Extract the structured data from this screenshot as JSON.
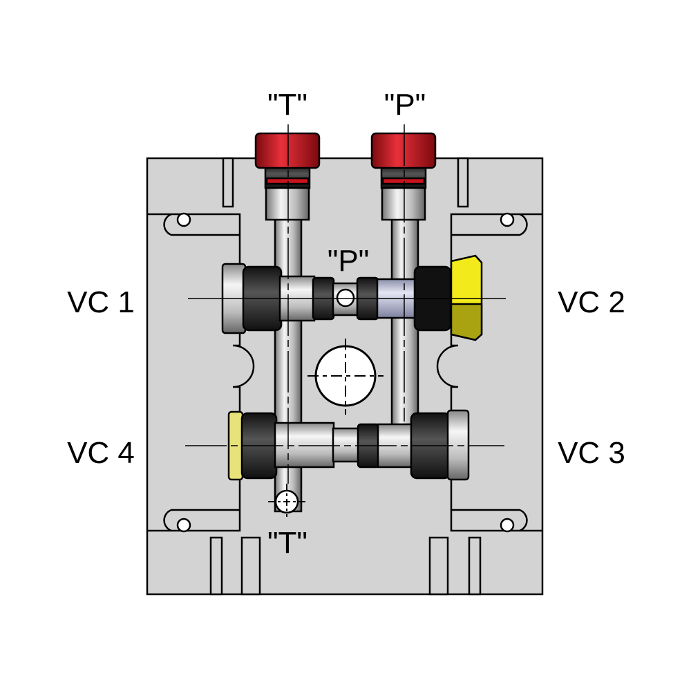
{
  "labels": {
    "top_t": "\"T\"",
    "top_p": "\"P\"",
    "mid_p": "\"P\"",
    "bottom_t": "\"T\"",
    "vc1": "VC 1",
    "vc2": "VC 2",
    "vc3": "VC 3",
    "vc4": "VC 4"
  },
  "colors": {
    "body": "#d3d3d3",
    "plug_red": "#c8141e",
    "hex_yellow": "#f2ea1a",
    "cap_yellow": "#e8e27a",
    "valve_blue": "#b8bcd8",
    "thread": "#2a2a2a"
  }
}
